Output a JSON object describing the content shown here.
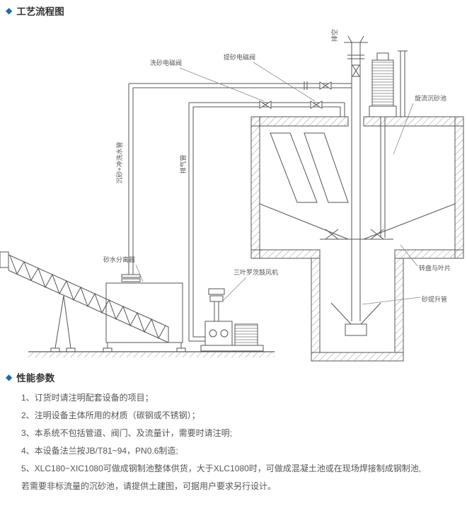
{
  "icons": {
    "diamond": "◆"
  },
  "flow_section": {
    "title": "工艺流程图"
  },
  "params_section": {
    "title": "性能参数",
    "items": [
      "1、订货时请注明配套设备的项目；",
      "2、注明设备主体所用的材质（碳钢或不锈钢）；",
      "3、本系统不包括管道、阀门、及流量计，需要时请注明;",
      "4、本设备法兰按JB/T81~94，PN0.6制造;",
      "5、XLC180~XIC1080可做成钢制池整体供货，大于XLC1080时，可做成混凝土池或在现场焊接制成钢制池,",
      "若需要非标流量的沉砂池，请提供土建图，可据用户要求另行设计。"
    ]
  },
  "diagram": {
    "labels": {
      "wash_valve": "洗砂电磁阀",
      "lift_valve": "提砂电磁阀",
      "drain": "排空",
      "inlet_pipe": "沉砂+冲洗水管",
      "exhaust_pipe": "排气管",
      "cyclone_tank": "旋流沉砂池",
      "separator": "砂水分离器",
      "blower": "三叶罗茨鼓风机",
      "turntable": "转盘与叶片",
      "riser": "砂提升管"
    }
  }
}
